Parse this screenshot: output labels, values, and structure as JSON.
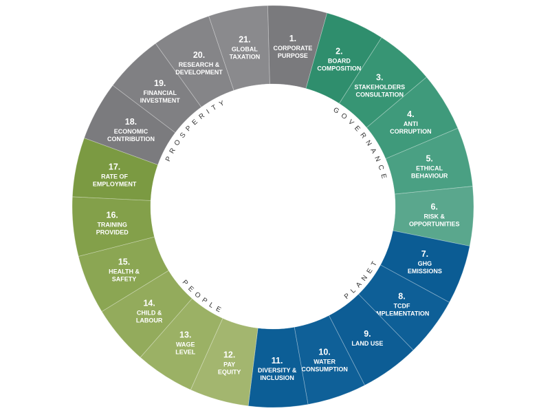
{
  "colors": {
    "prosperity": "#808083",
    "governance": "#3d9a7a",
    "planet": "#0e5f96",
    "people": "#84a04a",
    "center": "#ffffff",
    "pillar_text": "#333333"
  },
  "pillars": [
    {
      "key": "prosperity",
      "label": "PROSPERITY"
    },
    {
      "key": "governance",
      "label": "GOVERNANCE"
    },
    {
      "key": "planet",
      "label": "PLANET"
    },
    {
      "key": "people",
      "label": "PEOPLE"
    }
  ],
  "segments": [
    {
      "num": "1.",
      "lines": [
        "CORPORATE",
        "PURPOSE"
      ],
      "pillar": "prosperity",
      "color": "#7a7a7d"
    },
    {
      "num": "2.",
      "lines": [
        "BOARD",
        "COMPOSITION"
      ],
      "pillar": "governance",
      "color": "#2f8e6d"
    },
    {
      "num": "3.",
      "lines": [
        "STAKEHOLDERS",
        "CONSULTATION"
      ],
      "pillar": "governance",
      "color": "#379574"
    },
    {
      "num": "4.",
      "lines": [
        "ANTI",
        "CORRUPTION"
      ],
      "pillar": "governance",
      "color": "#3f9a7b"
    },
    {
      "num": "5.",
      "lines": [
        "ETHICAL",
        "BEHAVIOUR"
      ],
      "pillar": "governance",
      "color": "#4aa083"
    },
    {
      "num": "6.",
      "lines": [
        "RISK &",
        "OPPORTUNITIES"
      ],
      "pillar": "governance",
      "color": "#5aa78d"
    },
    {
      "num": "7.",
      "lines": [
        "GHG",
        "EMISSIONS"
      ],
      "pillar": "planet",
      "color": "#0b5c94"
    },
    {
      "num": "8.",
      "lines": [
        "TCDF",
        "IMPLEMENTATION"
      ],
      "pillar": "planet",
      "color": "#0e5f97"
    },
    {
      "num": "9.",
      "lines": [
        "LAND USE"
      ],
      "pillar": "planet",
      "color": "#0d5d95"
    },
    {
      "num": "10.",
      "lines": [
        "WATER",
        "CONSUMPTION"
      ],
      "pillar": "planet",
      "color": "#0f6098"
    },
    {
      "num": "11.",
      "lines": [
        "DIVERSITY &",
        "INCLUSION"
      ],
      "pillar": "planet",
      "color": "#0c5e96"
    },
    {
      "num": "12.",
      "lines": [
        "PAY",
        "EQUITY"
      ],
      "pillar": "people",
      "color": "#a3b66f"
    },
    {
      "num": "13.",
      "lines": [
        "WAGE",
        "LEVEL"
      ],
      "pillar": "people",
      "color": "#9bb165"
    },
    {
      "num": "14.",
      "lines": [
        "CHILD &",
        "LABOUR"
      ],
      "pillar": "people",
      "color": "#93ab5c"
    },
    {
      "num": "15.",
      "lines": [
        "HEALTH &",
        "SAFETY"
      ],
      "pillar": "people",
      "color": "#8ba653"
    },
    {
      "num": "16.",
      "lines": [
        "TRAINING",
        "PROVIDED"
      ],
      "pillar": "people",
      "color": "#83a04a"
    },
    {
      "num": "17.",
      "lines": [
        "RATE OF",
        "EMPLOYMENT"
      ],
      "pillar": "people",
      "color": "#7b9a42"
    },
    {
      "num": "18.",
      "lines": [
        "ECONOMIC",
        "CONTRIBUTION"
      ],
      "pillar": "prosperity",
      "color": "#7b7b7e"
    },
    {
      "num": "19.",
      "lines": [
        "FINANCIAL",
        "INVESTMENT"
      ],
      "pillar": "prosperity",
      "color": "#808083"
    },
    {
      "num": "20.",
      "lines": [
        "RESEARCH &",
        "DEVELOPMENT"
      ],
      "pillar": "prosperity",
      "color": "#858588"
    },
    {
      "num": "21.",
      "lines": [
        "GLOBAL",
        "TAXATION"
      ],
      "pillar": "prosperity",
      "color": "#8a8a8d"
    }
  ]
}
